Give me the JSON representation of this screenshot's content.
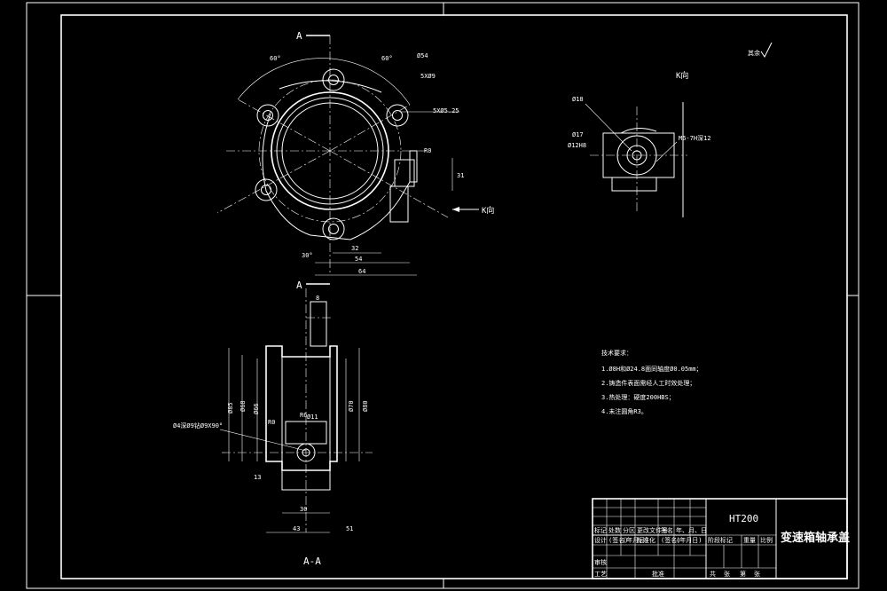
{
  "view_labels": {
    "section_a_top": "A",
    "section_a_bottom": "A",
    "section_aa": "A-A",
    "view_k_arrow": "K向",
    "view_k_title": "K向"
  },
  "front_dims": {
    "angle_left": "60°",
    "angle_right": "60°",
    "dia_54": "Ø54",
    "holes_5x9": "5XØ9",
    "holes_5x525": "5XØ5.25",
    "r0": "R0",
    "d_32": "32",
    "d_54": "54",
    "d_64": "64",
    "d_31": "31",
    "angle_30": "30°"
  },
  "section_dims": {
    "d_8": "8",
    "dia_85": "Ø85",
    "dia_68": "Ø68",
    "dia_66": "Ø66",
    "dia_70": "Ø70",
    "dia_80": "Ø80",
    "r0": "R0",
    "r6": "R6",
    "dia_11": "Ø11",
    "hole_note": "Ø4深Ø9钻Ø9X90°",
    "d_30": "30",
    "d_43": "43",
    "d_51": "51",
    "d_13": "13"
  },
  "k_view_dims": {
    "dia_18": "Ø18",
    "dia_17": "Ø17",
    "dia_12h8": "Ø12H8",
    "thread": "M6-7H深12"
  },
  "roughness_note": "其余",
  "tech_requirements": {
    "title": "技术要求：",
    "items": [
      "1.Ø8H和Ø24.8面同轴度Ø0.05mm；",
      "2.铸造件表面需经人工时效处理；",
      "3.热处理：硬度200HBS；",
      "4.未注圆角R3。"
    ]
  },
  "title_block": {
    "material": "HT200",
    "part_name": "变速箱轴承盖",
    "row_labels": [
      "标记",
      "处数",
      "分区",
      "更改文件号",
      "签名",
      "年、月、日"
    ],
    "design_row": [
      "设计",
      "(签名)",
      "(年月日)",
      "标准化",
      "(签名)",
      "(年月日)"
    ],
    "stage_headers": [
      "阶段标记",
      "重量",
      "比例"
    ],
    "review": "审核",
    "process": "工艺",
    "approve": "批准",
    "sheet_info": [
      "共",
      "张",
      "第",
      "张"
    ]
  }
}
